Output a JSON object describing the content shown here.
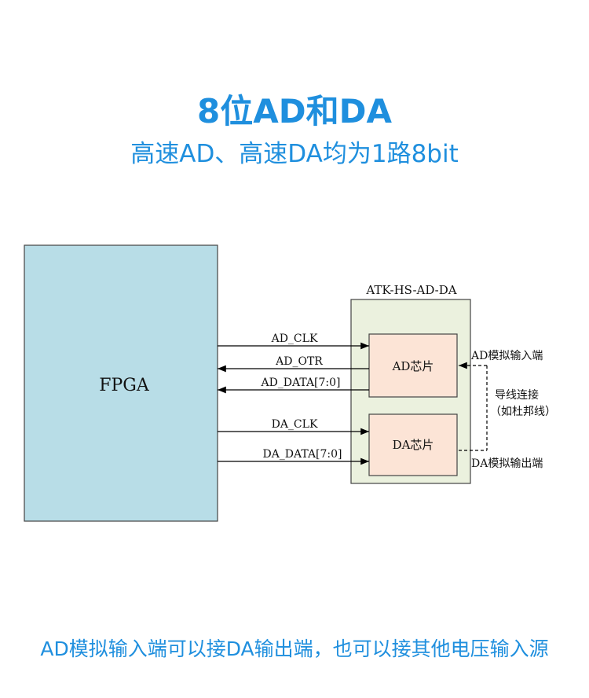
{
  "header": {
    "title": "8位AD和DA",
    "subtitle": "高速AD、高速DA均为1路8bit"
  },
  "diagram": {
    "fpga_label": "FPGA",
    "module_label": "ATK-HS-AD-DA",
    "ad_chip_label": "AD芯片",
    "da_chip_label": "DA芯片",
    "signals": {
      "ad_clk": "AD_CLK",
      "ad_otr": "AD_OTR",
      "ad_data": "AD_DATA[7:0]",
      "da_clk": "DA_CLK",
      "da_data": "DA_DATA[7:0]"
    },
    "ad_input_label": "AD模拟输入端",
    "da_output_label": "DA模拟输出端",
    "wire_label_line1": "导线连接",
    "wire_label_line2": "（如杜邦线）",
    "colors": {
      "fpga_fill": "#b8dde7",
      "module_fill": "#ebf1de",
      "chip_fill": "#fce4d6",
      "accent": "#1f8fde"
    }
  },
  "footer": {
    "text": "AD模拟输入端可以接DA输出端，也可以接其他电压输入源"
  }
}
